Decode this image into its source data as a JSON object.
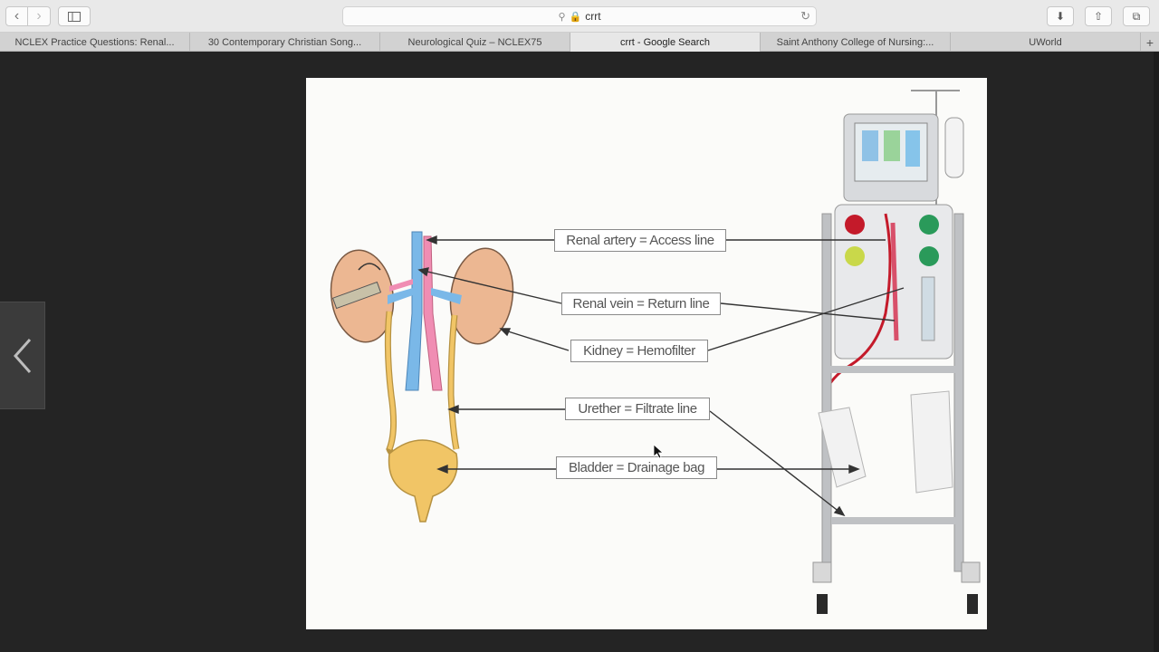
{
  "browser": {
    "url_text": "crrt",
    "tabs": [
      {
        "label": "NCLEX Practice Questions: Renal..."
      },
      {
        "label": "30 Contemporary Christian Song..."
      },
      {
        "label": "Neurological Quiz – NCLEX75"
      },
      {
        "label": "crrt - Google Search"
      },
      {
        "label": "Saint Anthony College of Nursing:..."
      },
      {
        "label": "UWorld"
      }
    ],
    "new_tab_glyph": "+"
  },
  "icons": {
    "back": "chevron-left-icon",
    "forward": "chevron-right-icon",
    "sidebar": "sidebar-icon",
    "search": "search-icon",
    "lock": "lock-icon",
    "reload": "reload-icon",
    "download": "download-icon",
    "share": "share-icon",
    "tabs": "tabs-overview-icon",
    "prev": "chevron-left-icon"
  },
  "slide": {
    "labels": {
      "artery": "Renal artery = Access line",
      "vein": "Renal vein = Return line",
      "kidney": "Kidney = Hemofilter",
      "urether": "Urether = Filtrate line",
      "bladder": "Bladder = Drainage bag"
    }
  },
  "colors": {
    "artery": "#f08db3",
    "vein": "#7ab8e8",
    "kidney": "#ecb792",
    "ureter": "#f1c566",
    "machine": "#c8c9cc",
    "blood": "#c41a2a"
  }
}
